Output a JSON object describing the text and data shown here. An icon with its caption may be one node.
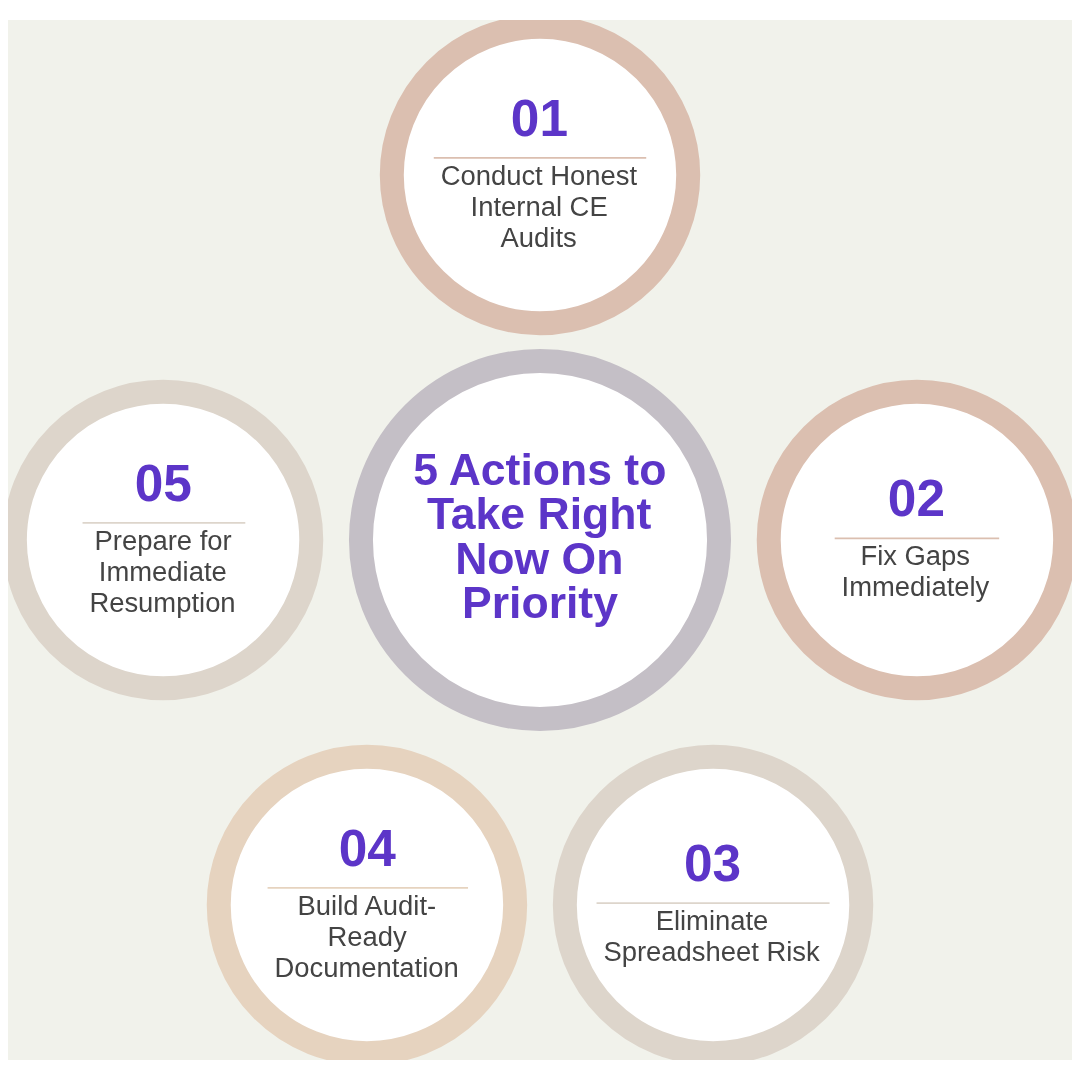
{
  "diagram": {
    "nodes": [
      {
        "text": [
          "5 Actions to Take Right Now On Priority"
        ]
      },
      {
        "text": [
          "01",
          "Conduct Honest Internal CE Audits"
        ]
      },
      {
        "text": [
          "02",
          "Fix Gaps Immediately"
        ]
      },
      {
        "text": [
          "03",
          "Eliminate Spreadsheet Risk"
        ]
      },
      {
        "text": [
          "04",
          "Build Audit-Ready Documentation"
        ]
      },
      {
        "text": [
          "05",
          "Prepare for Immediate Resumption"
        ]
      }
    ]
  }
}
